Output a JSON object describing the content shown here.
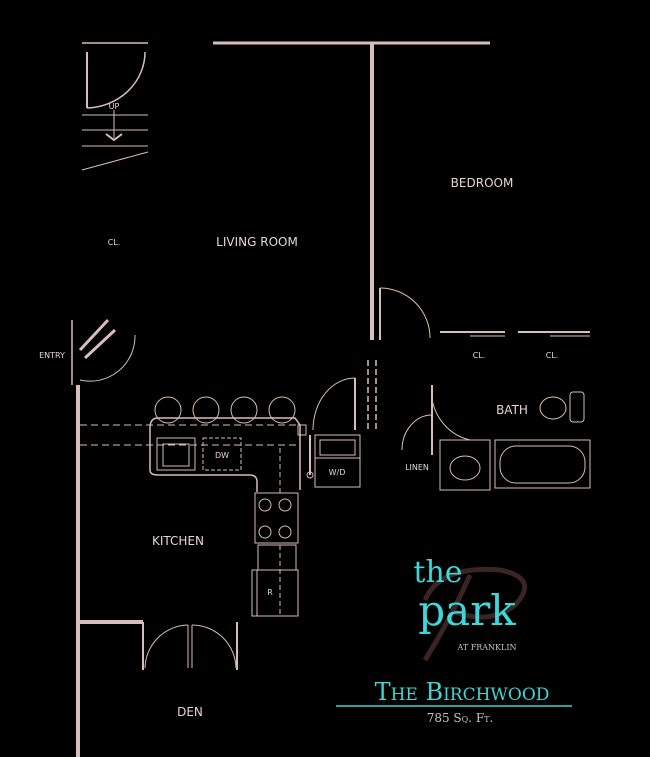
{
  "rooms": {
    "bedroom": "BEDROOM",
    "closet_living": "CL.",
    "living_room": "LIVING ROOM",
    "entry": "ENTRY",
    "closet_bed_1": "CL.",
    "closet_bed_2": "CL.",
    "bath": "BATH",
    "linen": "LINEN",
    "washer_dryer": "W/D",
    "dishwasher": "DW",
    "kitchen": "KITCHEN",
    "refrigerator": "R",
    "den": "DEN",
    "stairs_up": "UP"
  },
  "branding": {
    "logo_the": "the",
    "logo_park": "park",
    "logo_sub": "AT FRANKLIN",
    "plan_name": "The Birchwood",
    "area": "785 Sq. Ft."
  },
  "colors": {
    "lines": "#d9bcbc",
    "accent": "#3ed6d6",
    "background": "#000000"
  }
}
